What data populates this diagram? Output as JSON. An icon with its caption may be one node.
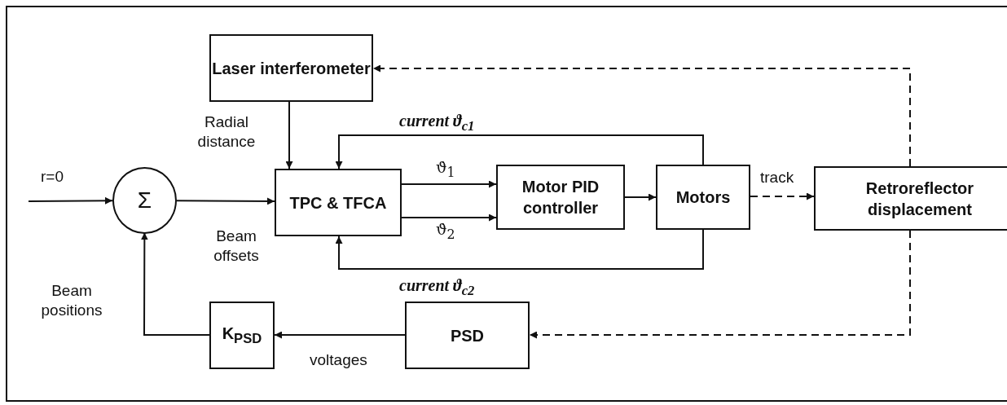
{
  "diagram": {
    "nodes": [
      {
        "text": [
          "Laser interferometer"
        ]
      },
      {
        "text": [
          "Σ"
        ]
      },
      {
        "text": [
          "TPC & TFCA"
        ]
      },
      {
        "text": [
          "Motor PID controller"
        ]
      },
      {
        "text": [
          "Motors"
        ]
      },
      {
        "text": [
          "Retroreflector displacement"
        ]
      },
      {
        "text": [
          "PSD"
        ]
      },
      {
        "text": [
          "K$_{PSD}$"
        ]
      }
    ],
    "edges": [
      {
        "from": null,
        "to": 1,
        "arrow": "to",
        "label": "r=0"
      },
      {
        "from": 1,
        "to": 2,
        "arrow": "to",
        "label": "Beam offsets"
      },
      {
        "from": 0,
        "to": 2,
        "arrow": "to",
        "label": "Radial distance"
      },
      {
        "from": 2,
        "to": 3,
        "arrow": "to",
        "label": "ϑ̇$_{1}$"
      },
      {
        "from": 2,
        "to": 3,
        "arrow": "to",
        "label": "ϑ̇$_{2}$"
      },
      {
        "from": 3,
        "to": 4,
        "arrow": "to"
      },
      {
        "from": 4,
        "to": 2,
        "arrow": "to",
        "label": "current ϑ$_{c1}$"
      },
      {
        "from": 4,
        "to": 2,
        "arrow": "to",
        "label": "current ϑ$_{c2}$"
      },
      {
        "from": 4,
        "to": 5,
        "arrow": "to",
        "label": "track",
        "style": "dashed"
      },
      {
        "from": 5,
        "to": 0,
        "arrow": "to",
        "style": "dashed"
      },
      {
        "from": 5,
        "to": 6,
        "arrow": "to",
        "style": "dashed"
      },
      {
        "from": 6,
        "to": 7,
        "arrow": "to",
        "label": "voltages"
      },
      {
        "from": 7,
        "to": 1,
        "arrow": "to",
        "label": "Beam positions"
      }
    ]
  }
}
